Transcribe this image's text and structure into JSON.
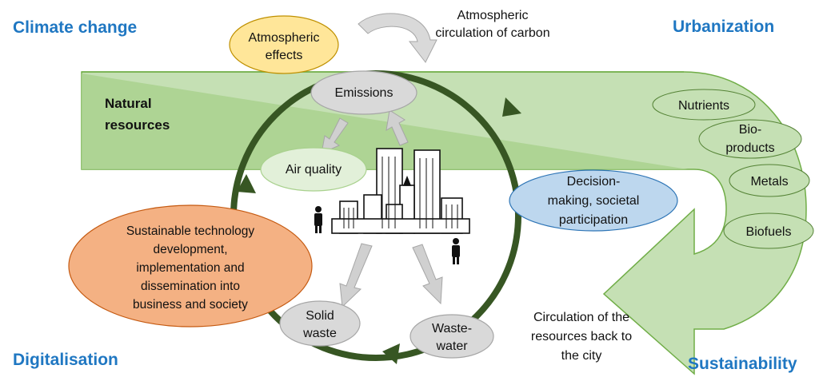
{
  "corners": {
    "climate_change": "Climate change",
    "urbanization": "Urbanization",
    "digitalisation": "Digitalisation",
    "sustainability": "Sustainability"
  },
  "natural_resources": [
    "Natural",
    "resources"
  ],
  "atmospheric_effects": [
    "Atmospheric",
    "effects"
  ],
  "atmospheric_circulation": [
    "Atmospheric",
    "circulation of carbon"
  ],
  "emissions": "Emissions",
  "air_quality": "Air quality",
  "decision_making": [
    "Decision-",
    "making, societal",
    "participation"
  ],
  "sustainable_tech": [
    "Sustainable technology",
    "development,",
    "implementation and",
    "dissemination into",
    "business and society"
  ],
  "solid_waste": [
    "Solid",
    "waste"
  ],
  "waste_water": [
    "Waste-",
    "water"
  ],
  "circulation_back": [
    "Circulation of the",
    "resources back to",
    "the city"
  ],
  "resources": {
    "nutrients": "Nutrients",
    "bioproducts": [
      "Bio-",
      "products"
    ],
    "metals": "Metals",
    "biofuels": "Biofuels"
  },
  "colors": {
    "corner_text": "#1f77c2",
    "cycle_ring": "#375623",
    "green_band": "#a9d18e",
    "light_green": "#c5e0b4",
    "yellow": "#ffe699",
    "blue": "#bdd7ee",
    "salmon": "#f4b183",
    "grey": "#d9d9d9"
  }
}
